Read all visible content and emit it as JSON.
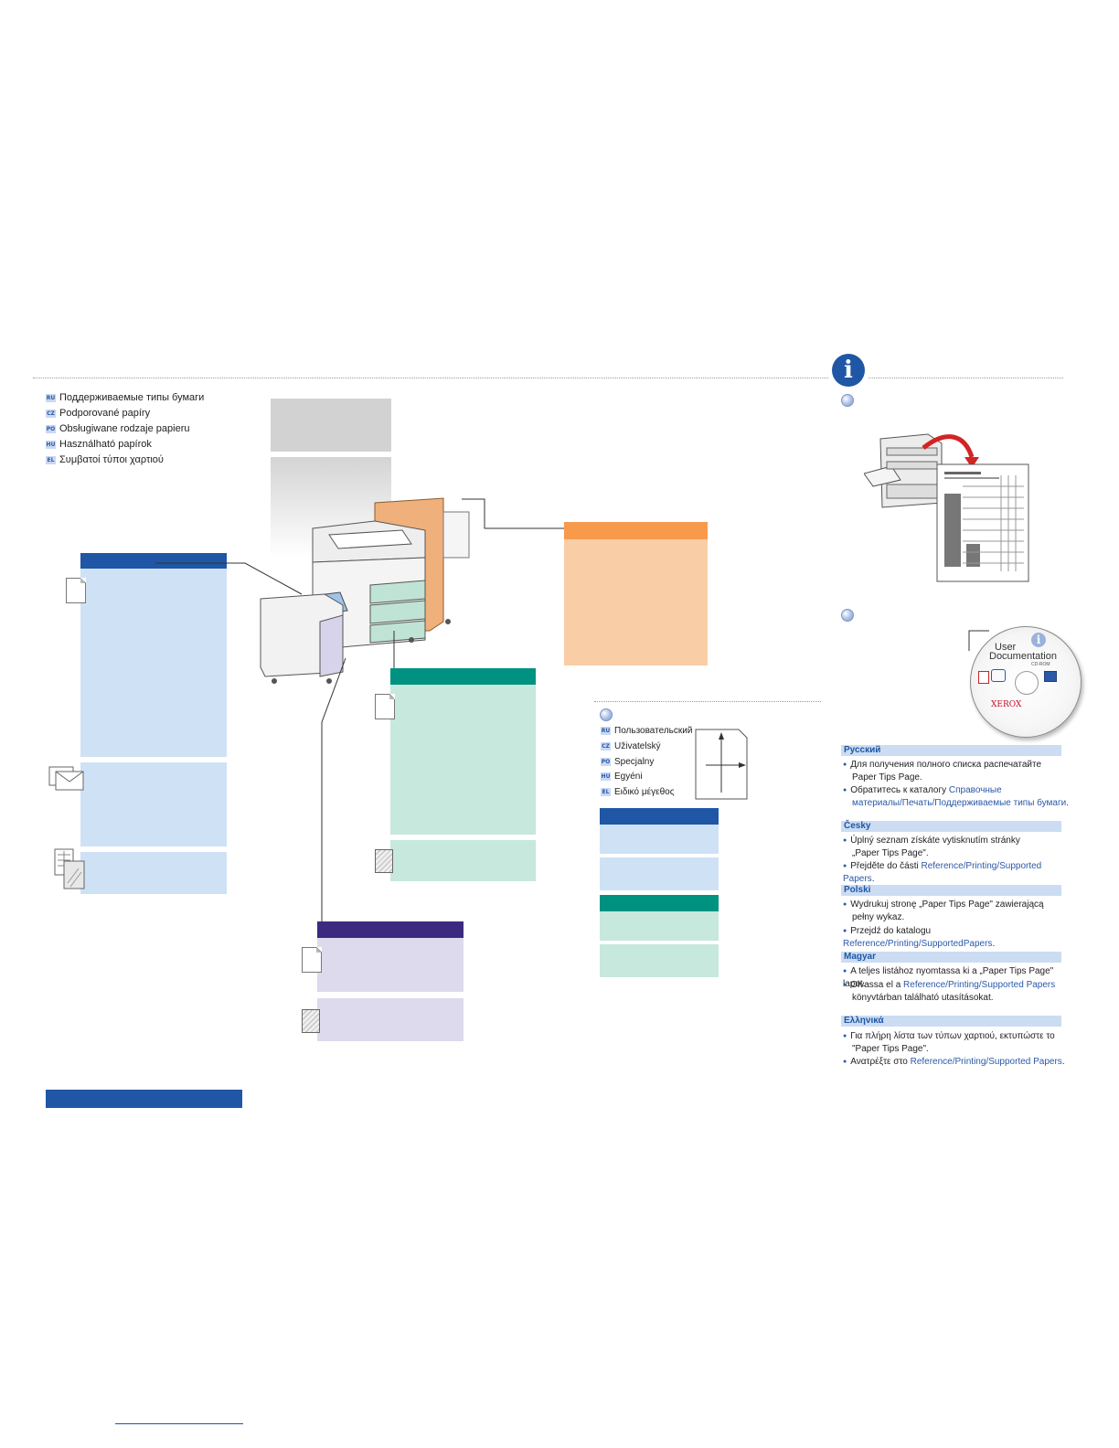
{
  "colors": {
    "blue_header": "#1f56a5",
    "blue_panel": "#cfe2f5",
    "teal_header": "#009280",
    "teal_panel": "#c7e8dc",
    "orange_header": "#f79a4c",
    "orange_panel": "#f9cda5",
    "purple_header": "#3b2a80",
    "purple_panel": "#dcdaec",
    "gray_panel": "#d2d2d2",
    "link": "#2b59a8"
  },
  "supported_papers": {
    "items": [
      {
        "code": "RU",
        "label": "Поддерживаемые типы бумаги"
      },
      {
        "code": "CZ",
        "label": "Podporované papíry"
      },
      {
        "code": "PO",
        "label": "Obsługiwane rodzaje papieru"
      },
      {
        "code": "HU",
        "label": "Használható papírok"
      },
      {
        "code": "EL",
        "label": "Συμβατοί τύποι χαρτιού"
      }
    ]
  },
  "custom_size": {
    "items": [
      {
        "code": "RU",
        "label": "Пользовательский"
      },
      {
        "code": "CZ",
        "label": "Uživatelský"
      },
      {
        "code": "PO",
        "label": "Specjalny"
      },
      {
        "code": "HU",
        "label": "Egyéni"
      },
      {
        "code": "EL",
        "label": "Ειδικό μέγεθος"
      }
    ]
  },
  "cd": {
    "line1": "User",
    "line2": "Documentation",
    "line3": "CD-ROM",
    "brand": "XEROX"
  },
  "languages": [
    {
      "title": "Русский",
      "b1": "Для получения полного списка распечатайте",
      "b1b": "Paper Tips Page.",
      "b2a": "Обратитесь к каталогу ",
      "b2link": "Справочные",
      "b2link2": "материалы/Печать/Поддерживаемые типы бумаги",
      "b2end": "."
    },
    {
      "title": "Česky",
      "b1": "Úplný seznam získáte vytisknutím stránky",
      "b1b": "„Paper Tips Page\".",
      "b2a": "Přejděte do části ",
      "b2link": "Reference/Printing/Supported Papers",
      "b2end": "."
    },
    {
      "title": "Polski",
      "b1": "Wydrukuj stronę „Paper Tips Page\" zawierającą",
      "b1b": "pełny wykaz.",
      "b2a": "Przejdź do katalogu ",
      "b2link": "Reference/Printing/SupportedPapers",
      "b2end": "."
    },
    {
      "title": "Magyar",
      "b1": "A teljes listához nyomtassa ki a „Paper Tips Page\" lapot.",
      "b2a": "Olvassa el a ",
      "b2link": "Reference/Printing/Supported Papers",
      "b2b": "könyvtárban található utasításokat."
    },
    {
      "title": "Ελληνικά",
      "b1": "Για πλήρη λίστα των τύπων χαρτιού, εκτυπώστε το",
      "b1b": "\"Paper Tips Page\".",
      "b2a": "Ανατρέξτε στο ",
      "b2link": "Reference/Printing/Supported Papers",
      "b2end": "."
    }
  ]
}
